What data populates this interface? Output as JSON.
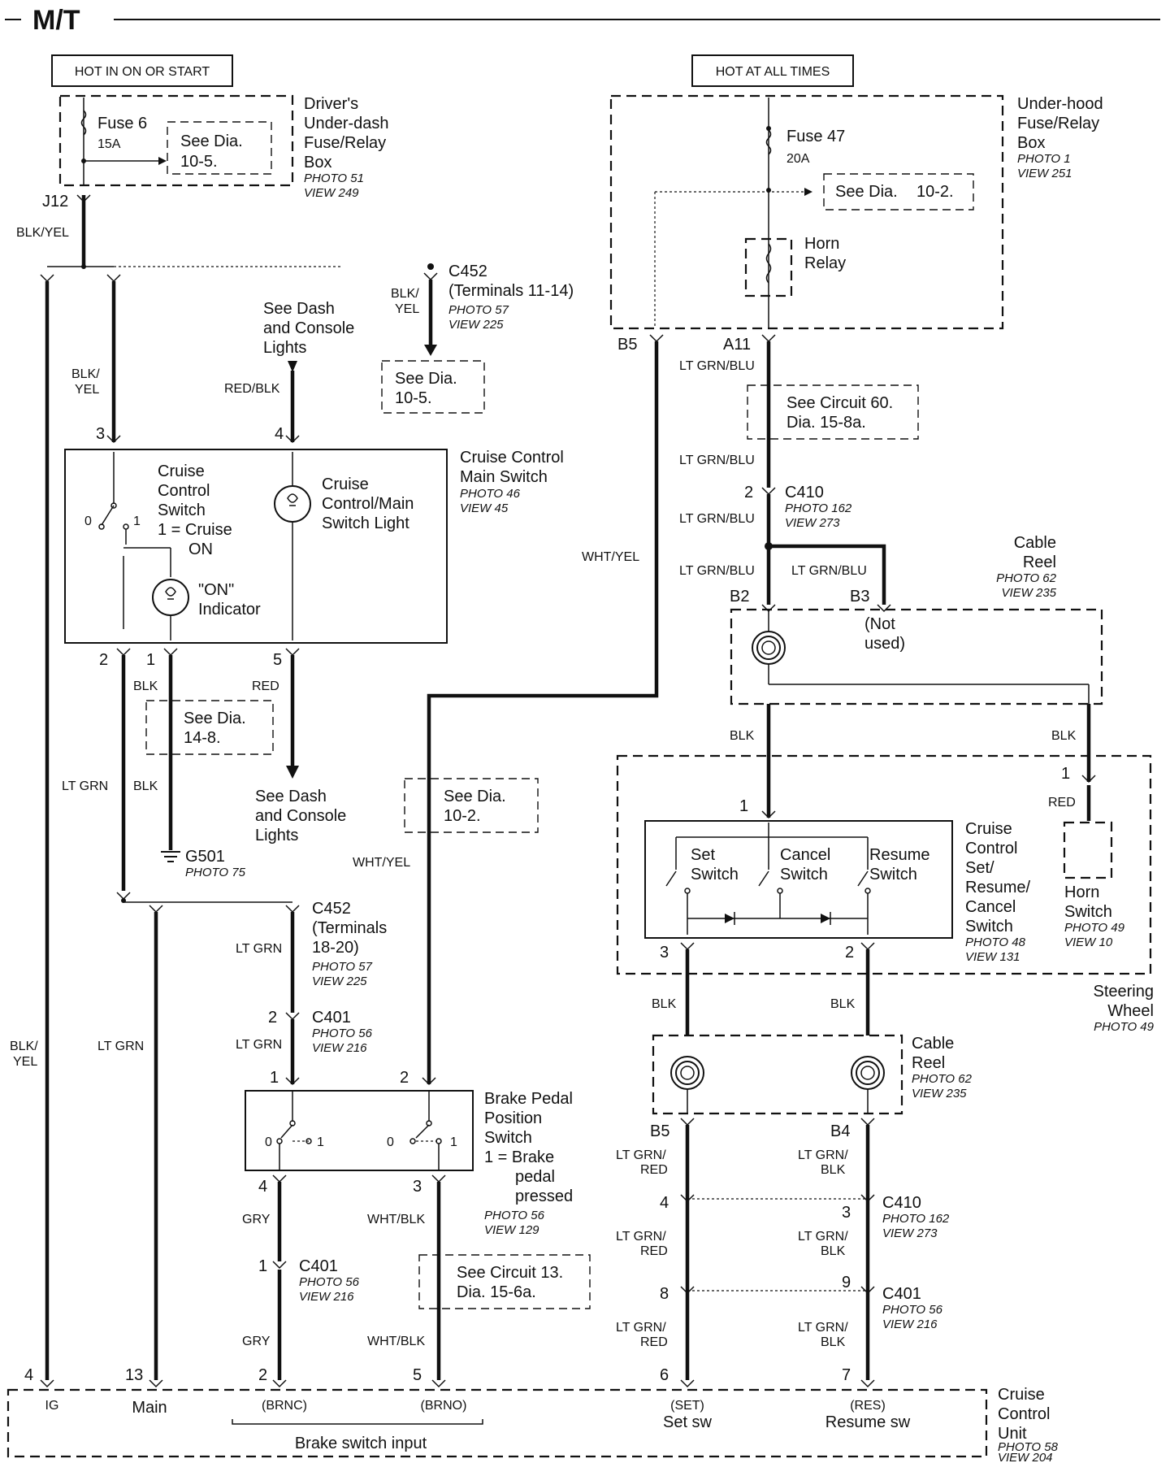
{
  "header": {
    "title": "M/T"
  },
  "power": {
    "hot_on_start": "HOT IN ON OR START",
    "hot_all_times": "HOT AT ALL TIMES"
  },
  "drivers_box": {
    "fuse": "Fuse 6",
    "fuse_rating": "15A",
    "see_dia": [
      "See Dia.",
      "10-5."
    ],
    "name": [
      "Driver's",
      "Under-dash",
      "Fuse/Relay",
      "Box"
    ],
    "photo": "PHOTO 51",
    "view": "VIEW 249",
    "terminal": "J12"
  },
  "underhood_box": {
    "fuse": "Fuse 47",
    "fuse_rating": "20A",
    "see_dia": [
      "See Dia.",
      "10-2."
    ],
    "relay": [
      "Horn",
      "Relay"
    ],
    "name": [
      "Under-hood",
      "Fuse/Relay",
      "Box"
    ],
    "photo": "PHOTO 1",
    "view": "VIEW 251",
    "terminal_b5": "B5",
    "terminal_a11": "A11"
  },
  "c452_top": {
    "name": "C452",
    "terminals": "(Terminals 11-14)",
    "photo": "PHOTO 57",
    "view": "VIEW 225",
    "wire": [
      "BLK/",
      "YEL"
    ],
    "see_dia": [
      "See Dia.",
      "10-5."
    ]
  },
  "dash_lights_top": [
    "See Dash",
    "and Console",
    "Lights"
  ],
  "dash_lights_bottom": [
    "See Dash",
    "and Console",
    "Lights"
  ],
  "main_switch": {
    "name": [
      "Cruise Control",
      "Main Switch"
    ],
    "photo": "PHOTO 46",
    "view": "VIEW 45",
    "switch_label": [
      "Cruise",
      "Control",
      "Switch",
      "1 = Cruise",
      "ON"
    ],
    "light_label": [
      "Cruise",
      "Control/Main",
      "Switch Light"
    ],
    "indicator_label": [
      "\"ON\"",
      "Indicator"
    ],
    "pins": {
      "p3": "3",
      "p4": "4",
      "p2": "2",
      "p1": "1",
      "p5": "5",
      "sw0": "0",
      "sw1": "1"
    }
  },
  "wires": {
    "blk_yel": "BLK/YEL",
    "blk_yel_split": [
      "BLK/",
      "YEL"
    ],
    "red_blk": "RED/BLK",
    "blk": "BLK",
    "red": "RED",
    "lt_grn": "LT GRN",
    "wht_yel": "WHT/YEL",
    "lt_grn_blu": "LT GRN/BLU",
    "gry": "GRY",
    "wht_blk": "WHT/BLK",
    "lt_grn_red": [
      "LT GRN/",
      "RED"
    ],
    "lt_grn_blk": [
      "LT GRN/",
      "BLK"
    ]
  },
  "see_dia_14_8": [
    "See Dia.",
    "14-8."
  ],
  "see_dia_10_2": [
    "See Dia.",
    "10-2."
  ],
  "see_circuit_60": [
    "See Circuit 60.",
    "Dia. 15-8a."
  ],
  "see_circuit_13": [
    "See Circuit 13.",
    "Dia. 15-6a."
  ],
  "g501": {
    "name": "G501",
    "photo": "PHOTO 75"
  },
  "c452_mid": {
    "name": "C452",
    "terminals": [
      "(Terminals",
      "18-20)"
    ],
    "photo": "PHOTO 57",
    "view": "VIEW 225"
  },
  "c401_upper": {
    "pin": "2",
    "name": "C401",
    "photo": "PHOTO 56",
    "view": "VIEW 216"
  },
  "c401_lower": {
    "pin": "1",
    "name": "C401",
    "photo": "PHOTO 56",
    "view": "VIEW 216"
  },
  "brake_switch": {
    "name": [
      "Brake Pedal",
      "Position",
      "Switch",
      "1 = Brake",
      "pedal",
      "pressed"
    ],
    "photo": "PHOTO 56",
    "view": "VIEW 129",
    "pins": {
      "p1": "1",
      "p2": "2",
      "p4": "4",
      "p3": "3"
    },
    "sw0": "0",
    "sw1": "1"
  },
  "c410_upper": {
    "pin": "2",
    "name": "C410",
    "photo": "PHOTO 162",
    "view": "VIEW 273"
  },
  "cable_reel_upper": {
    "name": [
      "Cable",
      "Reel"
    ],
    "photo": "PHOTO 62",
    "view": "VIEW 235",
    "b2": "B2",
    "b3": "B3",
    "not_used": [
      "(Not",
      "used)"
    ]
  },
  "steering": {
    "set": [
      "Set",
      "Switch"
    ],
    "cancel": [
      "Cancel",
      "Switch"
    ],
    "resume": [
      "Resume",
      "Switch"
    ],
    "name": [
      "Cruise",
      "Control",
      "Set/",
      "Resume/",
      "Cancel",
      "Switch"
    ],
    "photo": "PHOTO 48",
    "view": "VIEW 131",
    "pin1": "1",
    "pin3": "3",
    "pin2": "2",
    "horn": [
      "Horn",
      "Switch"
    ],
    "horn_photo": "PHOTO 49",
    "horn_view": "VIEW 10",
    "horn_pin": "1",
    "wheel": [
      "Steering",
      "Wheel"
    ],
    "wheel_photo": "PHOTO 49"
  },
  "cable_reel_lower": {
    "name": [
      "Cable",
      "Reel"
    ],
    "photo": "PHOTO 62",
    "view": "VIEW 235",
    "b5": "B5",
    "b4": "B4"
  },
  "c410_lower": {
    "pin4": "4",
    "pin3": "3",
    "name": "C410",
    "photo": "PHOTO 162",
    "view": "VIEW 273"
  },
  "c401_right": {
    "pin8": "8",
    "pin9": "9",
    "name": "C401",
    "photo": "PHOTO 56",
    "view": "VIEW 216"
  },
  "ccu": {
    "name": [
      "Cruise",
      "Control",
      "Unit"
    ],
    "photo": "PHOTO 58",
    "view": "VIEW 204",
    "pins": {
      "p4": "4",
      "p13": "13",
      "p2": "2",
      "p5": "5",
      "p6": "6",
      "p7": "7"
    },
    "ig": "IG",
    "main": "Main",
    "brnc": "(BRNC)",
    "brno": "(BRNO)",
    "set": "(SET)",
    "set_sw": "Set sw",
    "res": "(RES)",
    "resume_sw": "Resume sw",
    "brake_input": "Brake switch input"
  }
}
